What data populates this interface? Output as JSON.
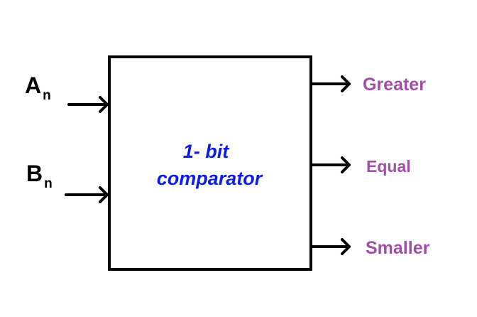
{
  "colors": {
    "line": "#000000",
    "output_text": "#a14ea6",
    "block_text": "#0b1de6"
  },
  "block": {
    "title_line1": "1- bit",
    "title_line2": "comparator"
  },
  "inputs": [
    {
      "main": "A",
      "subscript": "n"
    },
    {
      "main": "B",
      "subscript": "n"
    }
  ],
  "outputs": [
    {
      "label": "Greater"
    },
    {
      "label": "Equal"
    },
    {
      "label": "Smaller"
    }
  ]
}
